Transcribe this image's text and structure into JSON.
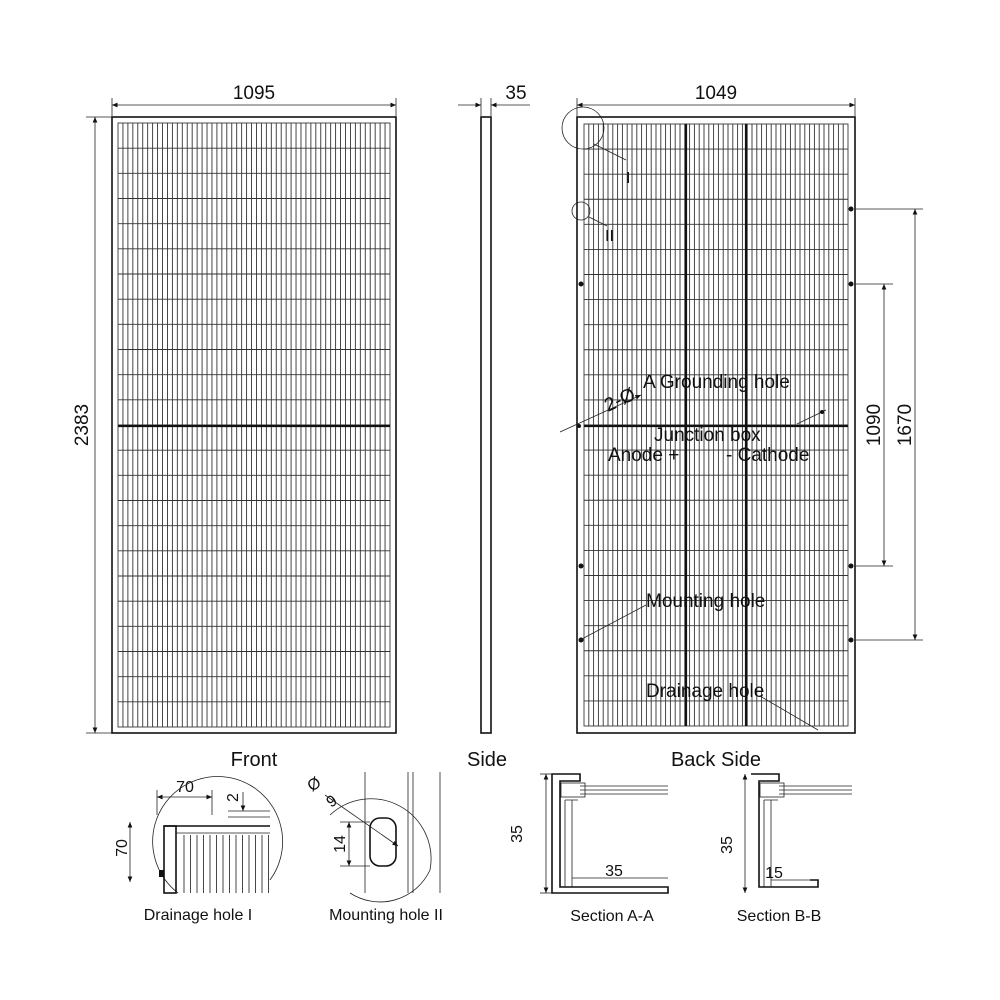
{
  "views": {
    "front_caption": "Front",
    "side_caption": "Side",
    "back_caption": "Back Side"
  },
  "dimensions": {
    "front_width": "1095",
    "front_height": "2383",
    "side_thickness": "35",
    "back_width": "1049",
    "mounting_spacing_inner": "1090",
    "mounting_spacing_outer": "1670"
  },
  "back_annotations": {
    "detail_i": "I",
    "detail_ii": "II",
    "grounding_prefix": "2-Ø",
    "grounding_hole": "A Grounding hole",
    "junction_box": "Junction box",
    "anode": "Anode +",
    "cathode": "- Cathode",
    "mounting_hole": "Mounting hole",
    "drainage_hole": "Drainage hole"
  },
  "details": {
    "drainage": {
      "caption": "Drainage hole I",
      "dim_width": "70",
      "dim_height": "70",
      "dim_small": "2"
    },
    "mounting": {
      "caption": "Mounting hole II",
      "dim_diameter": "9",
      "dim_height": "14"
    },
    "section_a": {
      "caption": "Section A-A",
      "dim_height": "35",
      "dim_width": "35"
    },
    "section_b": {
      "caption": "Section B-B",
      "dim_height": "35",
      "dim_width": "15"
    }
  }
}
